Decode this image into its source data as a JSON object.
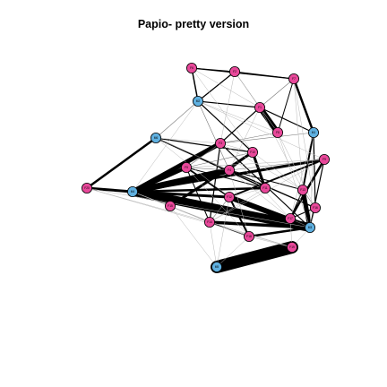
{
  "title": "Papio- pretty version",
  "colors": {
    "female": "#e8489a",
    "male": "#5fb0e0",
    "edge": "#000000",
    "node_stroke": "#000000"
  },
  "nodes": [
    {
      "id": "F6",
      "sex": "female"
    },
    {
      "id": "F2",
      "sex": "female"
    },
    {
      "id": "F7",
      "sex": "female"
    },
    {
      "id": "M2",
      "sex": "male"
    },
    {
      "id": "F1",
      "sex": "female"
    },
    {
      "id": "F8",
      "sex": "female"
    },
    {
      "id": "M1",
      "sex": "male"
    },
    {
      "id": "M6",
      "sex": "male"
    },
    {
      "id": "F3",
      "sex": "female"
    },
    {
      "id": "F10",
      "sex": "female"
    },
    {
      "id": "F4",
      "sex": "female"
    },
    {
      "id": "F5",
      "sex": "female"
    },
    {
      "id": "F9",
      "sex": "female"
    },
    {
      "id": "F11",
      "sex": "female"
    },
    {
      "id": "F12",
      "sex": "female"
    },
    {
      "id": "F13",
      "sex": "female"
    },
    {
      "id": "F14",
      "sex": "female"
    },
    {
      "id": "M4",
      "sex": "male"
    },
    {
      "id": "F15",
      "sex": "female"
    },
    {
      "id": "F16",
      "sex": "female"
    },
    {
      "id": "F17",
      "sex": "female"
    },
    {
      "id": "F18",
      "sex": "female"
    },
    {
      "id": "M3",
      "sex": "male"
    },
    {
      "id": "F19",
      "sex": "female"
    },
    {
      "id": "M5",
      "sex": "male"
    },
    {
      "id": "F20",
      "sex": "female"
    }
  ],
  "edges": [
    {
      "s": "M4",
      "t": "M3",
      "w": 10
    },
    {
      "s": "F19",
      "t": "M5",
      "w": 14
    },
    {
      "s": "F1",
      "t": "F8",
      "w": 6
    },
    {
      "s": "M4",
      "t": "F4",
      "w": 7
    },
    {
      "s": "M4",
      "t": "F3",
      "w": 5
    },
    {
      "s": "M4",
      "t": "F5",
      "w": 4
    },
    {
      "s": "M4",
      "t": "F9",
      "w": 3
    },
    {
      "s": "M4",
      "t": "F12",
      "w": 3
    },
    {
      "s": "M4",
      "t": "F11",
      "w": 2.5
    },
    {
      "s": "F12",
      "t": "M3",
      "w": 6
    },
    {
      "s": "F13",
      "t": "M3",
      "w": 5
    },
    {
      "s": "F14",
      "t": "M3",
      "w": 3.5
    },
    {
      "s": "F10",
      "t": "F11",
      "w": 3
    },
    {
      "s": "F10",
      "t": "F15",
      "w": 3
    },
    {
      "s": "F20",
      "t": "M4",
      "w": 3
    },
    {
      "s": "F20",
      "t": "M6",
      "w": 2.5
    },
    {
      "s": "M1",
      "t": "F7",
      "w": 2.5
    },
    {
      "s": "M1",
      "t": "F13",
      "w": 2
    },
    {
      "s": "F18",
      "t": "M3",
      "w": 2.5
    },
    {
      "s": "F9",
      "t": "F17",
      "w": 2.5
    },
    {
      "s": "F12",
      "t": "F18",
      "w": 2
    },
    {
      "s": "F12",
      "t": "F9",
      "w": 2
    },
    {
      "s": "F5",
      "t": "F12",
      "w": 1.8
    },
    {
      "s": "F4",
      "t": "F16",
      "w": 1.5
    },
    {
      "s": "F16",
      "t": "F17",
      "w": 1.2
    },
    {
      "s": "M6",
      "t": "F11",
      "w": 1.5
    },
    {
      "s": "M6",
      "t": "F10",
      "w": 1.2
    },
    {
      "s": "M2",
      "t": "F6",
      "w": 1.5
    },
    {
      "s": "M2",
      "t": "F2",
      "w": 1.2
    },
    {
      "s": "M2",
      "t": "F1",
      "w": 1.2
    },
    {
      "s": "M2",
      "t": "F10",
      "w": 1.2
    },
    {
      "s": "F6",
      "t": "F7",
      "w": 1.2
    },
    {
      "s": "F6",
      "t": "F2",
      "w": 1
    },
    {
      "s": "F2",
      "t": "F7",
      "w": 1
    },
    {
      "s": "F2",
      "t": "M2",
      "w": 1
    },
    {
      "s": "F1",
      "t": "F3",
      "w": 1.2
    },
    {
      "s": "F1",
      "t": "M1",
      "w": 1.2
    },
    {
      "s": "F8",
      "t": "F7",
      "w": 1
    },
    {
      "s": "M1",
      "t": "F16",
      "w": 1.2
    },
    {
      "s": "F3",
      "t": "M3",
      "w": 1.2
    },
    {
      "s": "F3",
      "t": "F14",
      "w": 1.2
    },
    {
      "s": "F5",
      "t": "F14",
      "w": 1
    },
    {
      "s": "F4",
      "t": "F13",
      "w": 1
    },
    {
      "s": "F11",
      "t": "F5",
      "w": 1
    },
    {
      "s": "F10",
      "t": "F4",
      "w": 1
    },
    {
      "s": "F9",
      "t": "M3",
      "w": 1.2
    },
    {
      "s": "F18",
      "t": "F14",
      "w": 1
    },
    {
      "s": "F13",
      "t": "F17",
      "w": 1
    },
    {
      "s": "M6",
      "t": "F4",
      "w": 0.6
    },
    {
      "s": "M6",
      "t": "M2",
      "w": 0.6
    },
    {
      "s": "F2",
      "t": "F1",
      "w": 0.6
    },
    {
      "s": "F1",
      "t": "F7",
      "w": 0.6
    },
    {
      "s": "F3",
      "t": "F8",
      "w": 0.6
    },
    {
      "s": "F3",
      "t": "F5",
      "w": 0.6
    },
    {
      "s": "F4",
      "t": "F5",
      "w": 0.6
    },
    {
      "s": "F4",
      "t": "F9",
      "w": 0.6
    },
    {
      "s": "F13",
      "t": "F16",
      "w": 0.6
    },
    {
      "s": "F16",
      "t": "M3",
      "w": 0.6
    },
    {
      "s": "F17",
      "t": "M3",
      "w": 0.6
    },
    {
      "s": "F12",
      "t": "F14",
      "w": 0.6
    },
    {
      "s": "F15",
      "t": "F14",
      "w": 0.6
    },
    {
      "s": "F10",
      "t": "F5",
      "w": 0.6
    },
    {
      "s": "M2",
      "t": "F4",
      "w": 0.6
    },
    {
      "s": "M1",
      "t": "F3",
      "w": 0.6
    },
    {
      "s": "M6",
      "t": "F12",
      "w": 0.3
    },
    {
      "s": "M6",
      "t": "F3",
      "w": 0.3
    },
    {
      "s": "M2",
      "t": "F8",
      "w": 0.3
    },
    {
      "s": "M2",
      "t": "F9",
      "w": 0.3
    },
    {
      "s": "F6",
      "t": "F1",
      "w": 0.3
    },
    {
      "s": "F6",
      "t": "F10",
      "w": 0.3
    },
    {
      "s": "F2",
      "t": "F8",
      "w": 0.3
    },
    {
      "s": "F2",
      "t": "F3",
      "w": 0.3
    },
    {
      "s": "F7",
      "t": "F16",
      "w": 0.3
    },
    {
      "s": "F7",
      "t": "F13",
      "w": 0.3
    },
    {
      "s": "F1",
      "t": "F4",
      "w": 0.3
    },
    {
      "s": "F1",
      "t": "F13",
      "w": 0.3
    },
    {
      "s": "F8",
      "t": "M3",
      "w": 0.3
    },
    {
      "s": "F8",
      "t": "F16",
      "w": 0.3
    },
    {
      "s": "M1",
      "t": "M3",
      "w": 0.3
    },
    {
      "s": "M1",
      "t": "F17",
      "w": 0.3
    },
    {
      "s": "F3",
      "t": "F13",
      "w": 0.3
    },
    {
      "s": "F3",
      "t": "F17",
      "w": 0.3
    },
    {
      "s": "F10",
      "t": "F13",
      "w": 0.3
    },
    {
      "s": "F10",
      "t": "F3",
      "w": 0.3
    },
    {
      "s": "F4",
      "t": "F18",
      "w": 0.3
    },
    {
      "s": "F4",
      "t": "F17",
      "w": 0.3
    },
    {
      "s": "F5",
      "t": "F9",
      "w": 0.3
    },
    {
      "s": "F5",
      "t": "F18",
      "w": 0.3
    },
    {
      "s": "F9",
      "t": "F14",
      "w": 0.3
    },
    {
      "s": "F11",
      "t": "F14",
      "w": 0.3
    },
    {
      "s": "F11",
      "t": "F12",
      "w": 0.3
    },
    {
      "s": "F12",
      "t": "M5",
      "w": 0.3
    },
    {
      "s": "F14",
      "t": "F19",
      "w": 0.3
    },
    {
      "s": "F14",
      "t": "M5",
      "w": 0.3
    },
    {
      "s": "F18",
      "t": "F19",
      "w": 0.3
    },
    {
      "s": "M3",
      "t": "F19",
      "w": 0.3
    },
    {
      "s": "M3",
      "t": "F20",
      "w": 0.3
    },
    {
      "s": "F17",
      "t": "F19",
      "w": 0.3
    },
    {
      "s": "M5",
      "t": "F15",
      "w": 0.3
    },
    {
      "s": "M5",
      "t": "F18",
      "w": 0.3
    },
    {
      "s": "F19",
      "t": "F20",
      "w": 0.3
    },
    {
      "s": "F20",
      "t": "F14",
      "w": 0.3
    },
    {
      "s": "M4",
      "t": "M2",
      "w": 0.3
    },
    {
      "s": "M4",
      "t": "F18",
      "w": 0.3
    },
    {
      "s": "M4",
      "t": "F14",
      "w": 0.3
    },
    {
      "s": "M4",
      "t": "F15",
      "w": 0.3
    }
  ]
}
